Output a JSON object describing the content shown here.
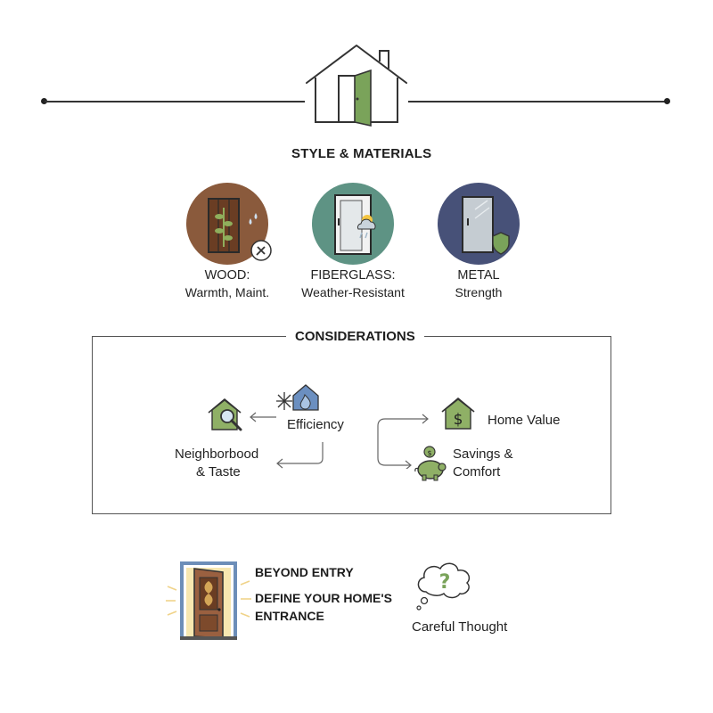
{
  "header": {
    "icon": "house-with-open-door-icon"
  },
  "style_materials": {
    "title": "STYLE & MATERIALS",
    "items": [
      {
        "title": "WOOD:",
        "subtitle": "Warmth, Maint.",
        "icon": "wood-door-icon",
        "color": "#8a5a3c"
      },
      {
        "title": "FIBERGLASS:",
        "subtitle": "Weather-Resistant",
        "icon": "fiberglass-door-icon",
        "color": "#5e9384"
      },
      {
        "title": "METAL",
        "subtitle": "Strength",
        "icon": "metal-door-icon",
        "color": "#475178"
      }
    ]
  },
  "considerations": {
    "title": "CONSIDERATIONS",
    "efficiency": "Efficiency",
    "neighborhood_line1": "Neighborbood",
    "neighborhood_line2": "& Taste",
    "home_value": "Home Value",
    "savings_line1": "Savings &",
    "savings_line2": "Comfort"
  },
  "beyond": {
    "title": "BEYOND ENTRY",
    "line1": "DEFINE YOUR HOME'S",
    "line2": "ENTRANCE",
    "thought": "Careful Thought"
  },
  "colors": {
    "accent_green": "#7a9e56",
    "wood_brown": "#8a5a3c",
    "teal": "#5e9384",
    "navy": "#475178"
  }
}
